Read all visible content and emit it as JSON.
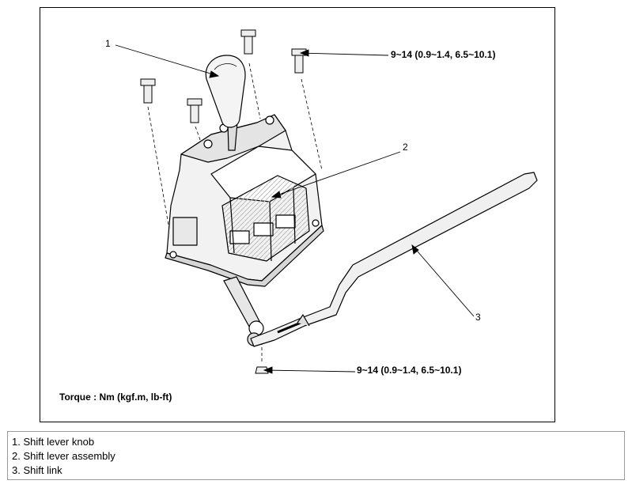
{
  "callouts": [
    {
      "number": "1"
    },
    {
      "number": "2"
    },
    {
      "number": "3"
    }
  ],
  "torque_labels": {
    "upper": "9~14 (0.9~1.4, 6.5~10.1)",
    "lower": "9~14 (0.9~1.4, 6.5~10.1)"
  },
  "torque_note": "Torque : Nm (kgf.m, lb-ft)",
  "legend": [
    {
      "text": "1. Shift lever knob"
    },
    {
      "text": "2. Shift lever assembly"
    },
    {
      "text": "3. Shift link"
    }
  ]
}
